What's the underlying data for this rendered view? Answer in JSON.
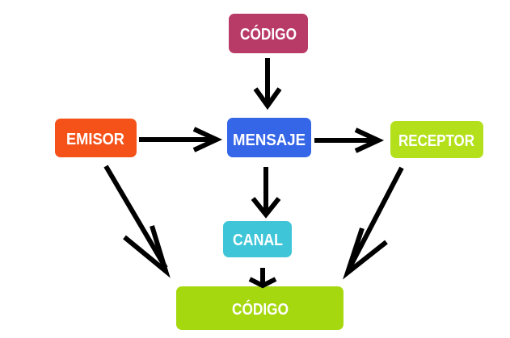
{
  "nodes": {
    "codigo_top": {
      "label": "CÓDIGO",
      "color": "#b83a66"
    },
    "emisor": {
      "label": "EMISOR",
      "color": "#f5521a"
    },
    "mensaje": {
      "label": "MENSAJE",
      "color": "#3566e8"
    },
    "receptor": {
      "label": "RECEPTOR",
      "color": "#b3e01b"
    },
    "canal": {
      "label": "CANAL",
      "color": "#3ec6d8"
    },
    "codigo_bottom": {
      "label": "CÓDIGO",
      "color": "#a6d810"
    }
  },
  "edges": [
    {
      "from": "CÓDIGO",
      "to": "MENSAJE"
    },
    {
      "from": "EMISOR",
      "to": "MENSAJE"
    },
    {
      "from": "MENSAJE",
      "to": "RECEPTOR"
    },
    {
      "from": "MENSAJE",
      "to": "CANAL"
    },
    {
      "from": "CANAL",
      "to": "CÓDIGO"
    },
    {
      "from": "EMISOR",
      "to": "CÓDIGO"
    },
    {
      "from": "RECEPTOR",
      "to": "CÓDIGO"
    }
  ]
}
